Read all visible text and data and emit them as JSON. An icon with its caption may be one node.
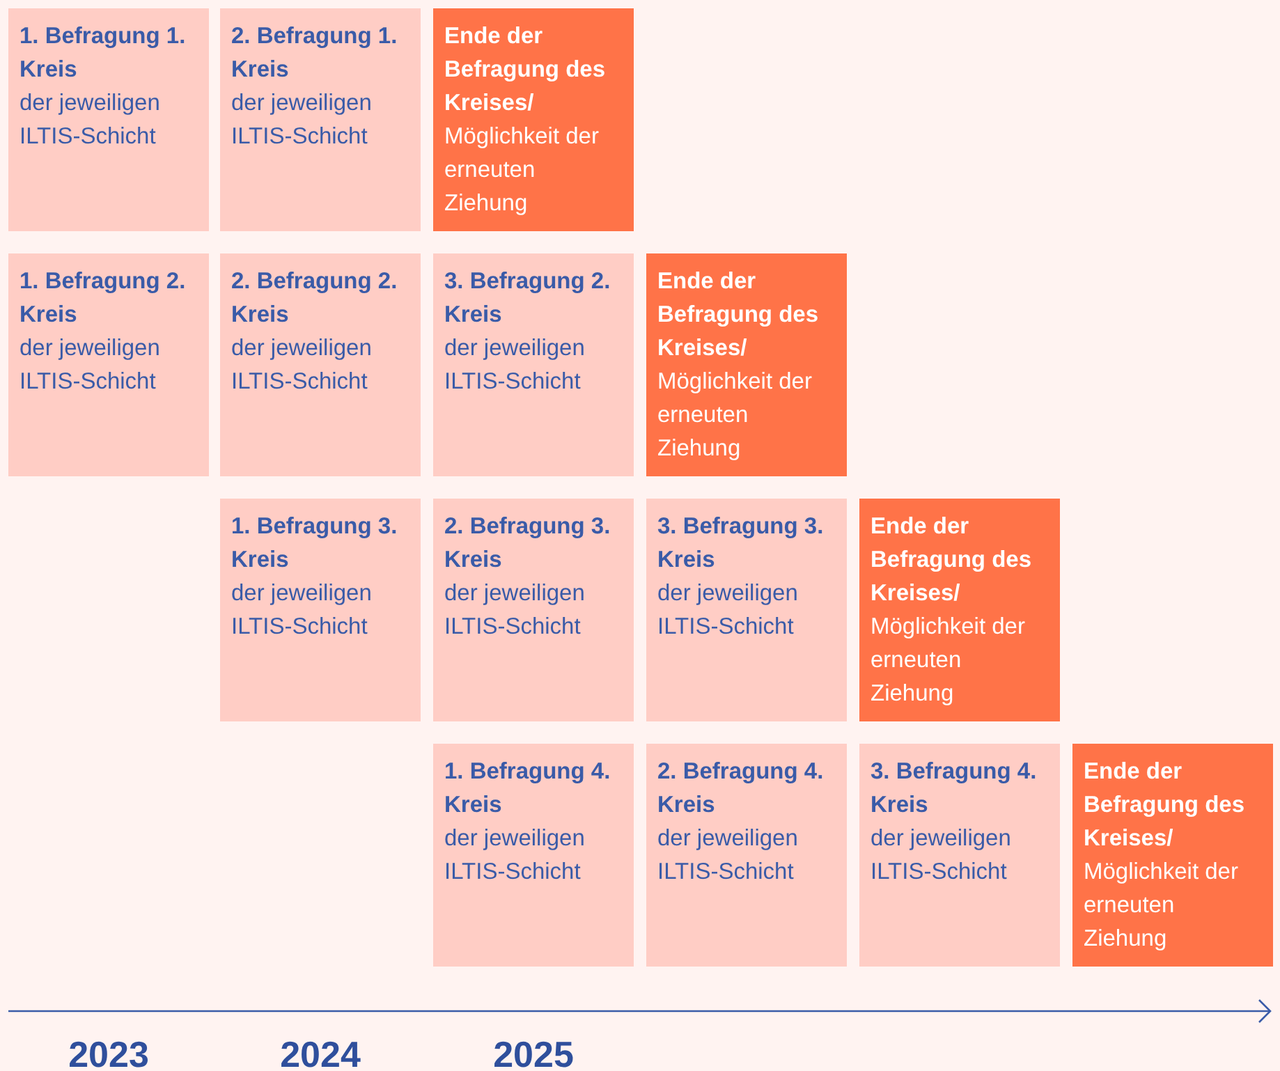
{
  "diagram": {
    "nodes": [
      {
        "text": [
          "1. Befragung 1. Kreis",
          "der jeweiligen ILTIS-Schicht"
        ]
      },
      {
        "text": [
          "2. Befragung 1. Kreis",
          "der jeweiligen ILTIS-Schicht"
        ]
      },
      {
        "text": [
          "Ende der Befragung des Kreises/",
          "Möglichkeit der erneuten Ziehung"
        ]
      },
      {
        "text": [
          "1. Befragung 2. Kreis",
          "der jeweiligen ILTIS-Schicht"
        ]
      },
      {
        "text": [
          "2. Befragung 2. Kreis",
          "der jeweiligen ILTIS-Schicht"
        ]
      },
      {
        "text": [
          "3. Befragung 2. Kreis",
          "der jeweiligen ILTIS-Schicht"
        ]
      },
      {
        "text": [
          "Ende der Befragung des Kreises/",
          "Möglichkeit der erneuten Ziehung"
        ]
      },
      {
        "text": [
          "1. Befragung 3. Kreis",
          "der jeweiligen ILTIS-Schicht"
        ]
      },
      {
        "text": [
          "2. Befragung 3. Kreis",
          "der jeweiligen ILTIS-Schicht"
        ]
      },
      {
        "text": [
          "3. Befragung 3. Kreis",
          "der jeweiligen ILTIS-Schicht"
        ]
      },
      {
        "text": [
          "Ende der Befragung des Kreises/",
          "Möglichkeit der erneuten Ziehung"
        ]
      },
      {
        "text": [
          "1. Befragung 4. Kreis",
          "der jeweiligen ILTIS-Schicht"
        ]
      },
      {
        "text": [
          "2. Befragung 4. Kreis",
          "der jeweiligen ILTIS-Schicht"
        ]
      },
      {
        "text": [
          "3. Befragung 4. Kreis",
          "der jeweiligen ILTIS-Schicht"
        ]
      },
      {
        "text": [
          "Ende der Befragung des Kreises/",
          "Möglichkeit der erneuten Ziehung"
        ]
      }
    ],
    "labels": [
      "2023",
      "2024",
      "2025"
    ]
  }
}
